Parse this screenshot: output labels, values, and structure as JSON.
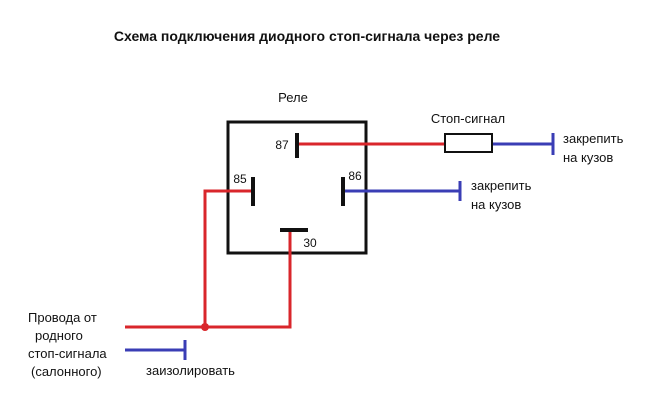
{
  "title": "Схема подключения диодного стоп-сигнала через реле",
  "relay": {
    "label": "Реле",
    "pins": {
      "p87": "87",
      "p85": "85",
      "p86": "86",
      "p30": "30"
    }
  },
  "lamp": {
    "label": "Стоп-сигнал"
  },
  "ground_lamp": {
    "line1": "закрепить",
    "line2": "на кузов"
  },
  "ground_86": {
    "line1": "закрепить",
    "line2": "на кузов"
  },
  "source": {
    "line1": "Провода от",
    "line2": "родного",
    "line3": "стоп-сигнала",
    "line4": "(салонного)"
  },
  "insulate": {
    "label": "заизолировать"
  },
  "colors": {
    "positive_wire": "#d9262b",
    "ground_wire": "#3a3db5",
    "outline": "#111111",
    "background": "#ffffff"
  }
}
